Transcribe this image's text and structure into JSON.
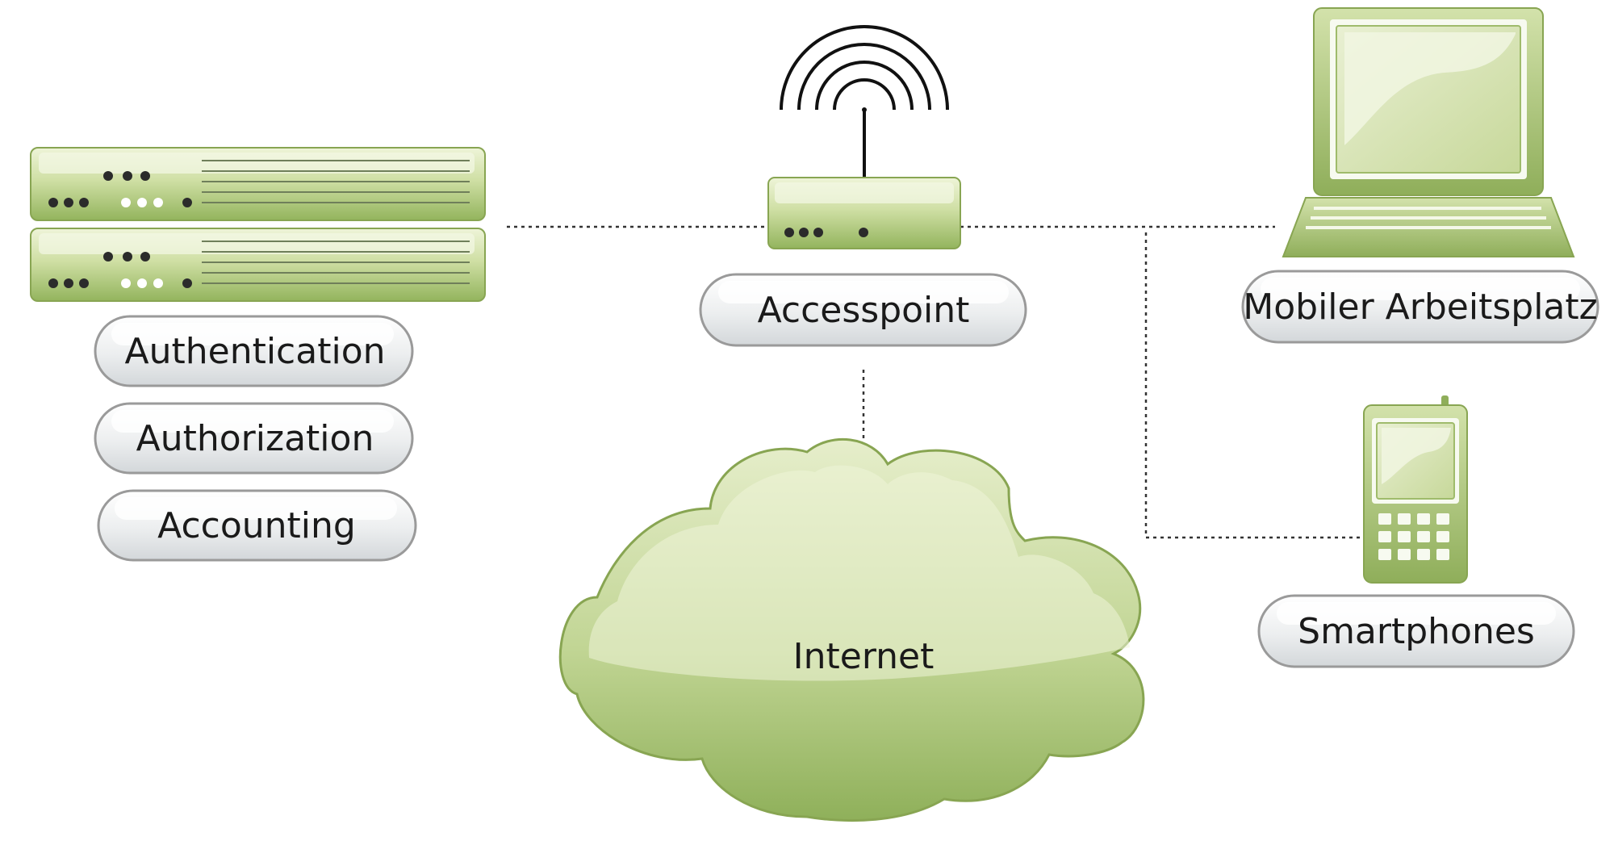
{
  "labels": {
    "authentication": "Authentication",
    "authorization": "Authorization",
    "accounting": "Accounting",
    "accesspoint": "Accesspoint",
    "internet": "Internet",
    "mobile_workplace": "Mobiler Arbeitsplatz",
    "smartphones": "Smartphones"
  },
  "colors": {
    "green_dark": "#8fae5a",
    "green_mid": "#b5cc85",
    "green_light": "#dfe9c0",
    "pill_border": "#9a9a9a",
    "line": "#333333"
  },
  "icons": [
    "server-icon",
    "wifi-router-icon",
    "laptop-icon",
    "phone-icon",
    "cloud-icon"
  ]
}
